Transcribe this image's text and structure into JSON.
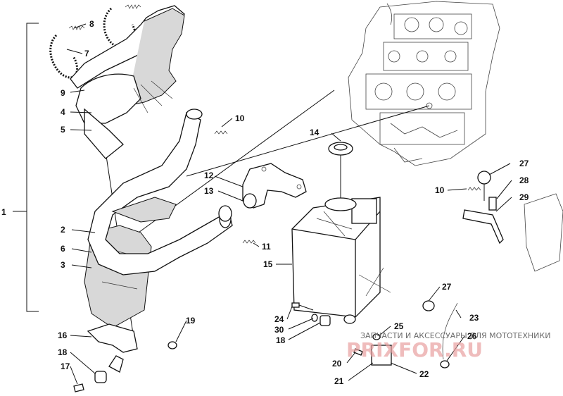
{
  "labels": {
    "l1": "1",
    "l2": "2",
    "l3": "3",
    "l4": "4",
    "l5": "5",
    "l6": "6",
    "l7": "7",
    "l8": "8",
    "l9": "9",
    "l10a": "10",
    "l10b": "10",
    "l11": "11",
    "l12": "12",
    "l13": "13",
    "l14": "14",
    "l15": "15",
    "l16": "16",
    "l17": "17",
    "l18a": "18",
    "l18b": "18",
    "l19": "19",
    "l20": "20",
    "l21": "21",
    "l22": "22",
    "l23": "23",
    "l24": "24",
    "l25": "25",
    "l26": "26",
    "l27a": "27",
    "l27b": "27",
    "l28": "28",
    "l29": "29",
    "l30": "30"
  },
  "watermark": {
    "caption": "ЗАПЧАСТИ И АКСЕССУАРЫ ДЛЯ МОТОТЕХНИКИ",
    "logo": "PRIXFOR.RU"
  },
  "colors": {
    "line": "#111111",
    "watermark_text": "#6b6b6b",
    "watermark_logo": "#e8a0a0"
  }
}
